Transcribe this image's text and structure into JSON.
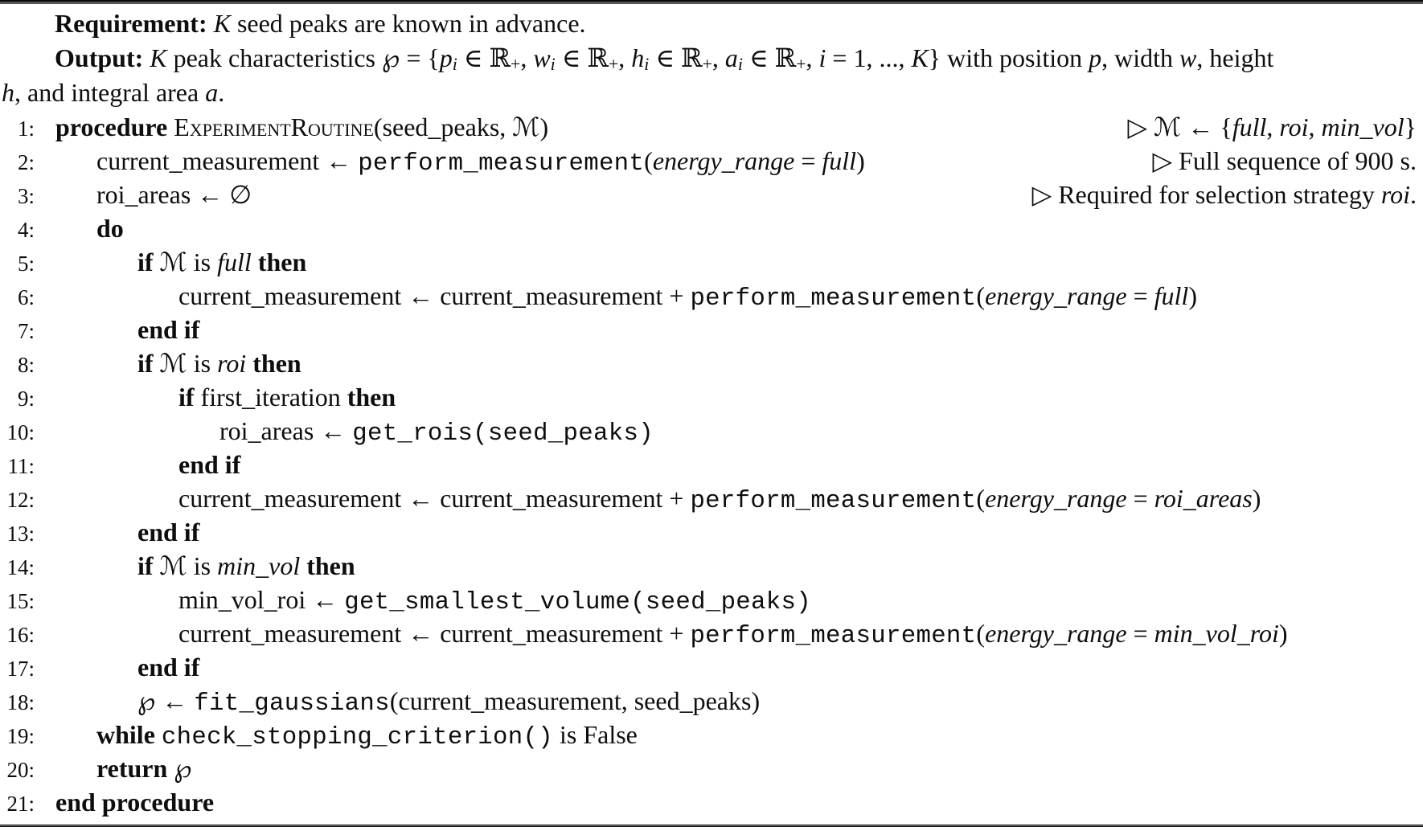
{
  "colors": {
    "background": "#ffffff",
    "text": "#0e0e0e",
    "rule_dark": "#0a0a0a",
    "rule_gray": "#565656"
  },
  "header": {
    "requirement": [
      {
        "t": "Requirement: ",
        "s": "b"
      },
      {
        "t": "K",
        "s": "i"
      },
      {
        "t": " seed peaks are known in advance.",
        "s": "n"
      }
    ],
    "output_line1": [
      {
        "t": "Output: ",
        "s": "b"
      },
      {
        "t": "K",
        "s": "i"
      },
      {
        "t": " peak characteristics ",
        "s": "n"
      },
      {
        "t": "℘",
        "s": "cal"
      },
      {
        "t": " = {",
        "s": "n"
      },
      {
        "t": "p",
        "s": "i"
      },
      {
        "t": "i",
        "s": "si"
      },
      {
        "t": " ∈ ",
        "s": "n"
      },
      {
        "t": "ℝ",
        "s": "n"
      },
      {
        "t": "+",
        "s": "sub"
      },
      {
        "t": ", ",
        "s": "n"
      },
      {
        "t": "w",
        "s": "i"
      },
      {
        "t": "i",
        "s": "si"
      },
      {
        "t": " ∈ ",
        "s": "n"
      },
      {
        "t": "ℝ",
        "s": "n"
      },
      {
        "t": "+",
        "s": "sub"
      },
      {
        "t": ", ",
        "s": "n"
      },
      {
        "t": "h",
        "s": "i"
      },
      {
        "t": "i",
        "s": "si"
      },
      {
        "t": " ∈ ",
        "s": "n"
      },
      {
        "t": "ℝ",
        "s": "n"
      },
      {
        "t": "+",
        "s": "sub"
      },
      {
        "t": ", ",
        "s": "n"
      },
      {
        "t": "a",
        "s": "i"
      },
      {
        "t": "i",
        "s": "si"
      },
      {
        "t": " ∈ ",
        "s": "n"
      },
      {
        "t": "ℝ",
        "s": "n"
      },
      {
        "t": "+",
        "s": "sub"
      },
      {
        "t": ", ",
        "s": "n"
      },
      {
        "t": "i",
        "s": "i"
      },
      {
        "t": " = 1, ..., ",
        "s": "n"
      },
      {
        "t": "K",
        "s": "i"
      },
      {
        "t": "} with position ",
        "s": "n"
      },
      {
        "t": "p",
        "s": "i"
      },
      {
        "t": ", width ",
        "s": "n"
      },
      {
        "t": "w",
        "s": "i"
      },
      {
        "t": ", height",
        "s": "n"
      }
    ],
    "output_line2": [
      {
        "t": "h",
        "s": "i"
      },
      {
        "t": ", and integral area ",
        "s": "n"
      },
      {
        "t": "a",
        "s": "i"
      },
      {
        "t": ".",
        "s": "n"
      }
    ]
  },
  "algorithm": {
    "lines": [
      {
        "num": "1:",
        "indent": 0,
        "code": [
          {
            "t": "procedure ",
            "s": "b"
          },
          {
            "t": "ExperimentRoutine",
            "s": "sc"
          },
          {
            "t": "(seed_peaks, ",
            "s": "n"
          },
          {
            "t": "ℳ",
            "s": "cal"
          },
          {
            "t": ")",
            "s": "n"
          }
        ],
        "comment": [
          {
            "t": "▷ ",
            "s": "n"
          },
          {
            "t": "ℳ",
            "s": "cal"
          },
          {
            "t": " ← {",
            "s": "n"
          },
          {
            "t": "full",
            "s": "i"
          },
          {
            "t": ", ",
            "s": "n"
          },
          {
            "t": "roi",
            "s": "i"
          },
          {
            "t": ", ",
            "s": "n"
          },
          {
            "t": "min_vol",
            "s": "i"
          },
          {
            "t": "}",
            "s": "n"
          }
        ]
      },
      {
        "num": "2:",
        "indent": 1,
        "code": [
          {
            "t": "current_measurement ← ",
            "s": "n"
          },
          {
            "t": "perform_measurement",
            "s": "m"
          },
          {
            "t": "(",
            "s": "n"
          },
          {
            "t": "energy_range",
            "s": "i"
          },
          {
            "t": " = ",
            "s": "n"
          },
          {
            "t": "full",
            "s": "i"
          },
          {
            "t": ")",
            "s": "n"
          }
        ],
        "comment": [
          {
            "t": "▷ Full sequence of 900 s.",
            "s": "n"
          }
        ]
      },
      {
        "num": "3:",
        "indent": 1,
        "code": [
          {
            "t": "roi_areas ← ∅",
            "s": "n"
          }
        ],
        "comment": [
          {
            "t": "▷ Required for selection strategy ",
            "s": "n"
          },
          {
            "t": "roi",
            "s": "i"
          },
          {
            "t": ".",
            "s": "n"
          }
        ]
      },
      {
        "num": "4:",
        "indent": 1,
        "code": [
          {
            "t": "do",
            "s": "b"
          }
        ]
      },
      {
        "num": "5:",
        "indent": 2,
        "code": [
          {
            "t": "if ",
            "s": "b"
          },
          {
            "t": "ℳ",
            "s": "cal"
          },
          {
            "t": " is ",
            "s": "n"
          },
          {
            "t": "full",
            "s": "i"
          },
          {
            "t": " then",
            "s": "b"
          }
        ]
      },
      {
        "num": "6:",
        "indent": 3,
        "code": [
          {
            "t": "current_measurement ← current_measurement + ",
            "s": "n"
          },
          {
            "t": "perform_measurement",
            "s": "m"
          },
          {
            "t": "(",
            "s": "n"
          },
          {
            "t": "energy_range",
            "s": "i"
          },
          {
            "t": " = ",
            "s": "n"
          },
          {
            "t": "full",
            "s": "i"
          },
          {
            "t": ")",
            "s": "n"
          }
        ]
      },
      {
        "num": "7:",
        "indent": 2,
        "code": [
          {
            "t": "end if",
            "s": "b"
          }
        ]
      },
      {
        "num": "8:",
        "indent": 2,
        "code": [
          {
            "t": "if ",
            "s": "b"
          },
          {
            "t": "ℳ",
            "s": "cal"
          },
          {
            "t": " is ",
            "s": "n"
          },
          {
            "t": "roi",
            "s": "i"
          },
          {
            "t": " then",
            "s": "b"
          }
        ]
      },
      {
        "num": "9:",
        "indent": 3,
        "code": [
          {
            "t": "if ",
            "s": "b"
          },
          {
            "t": "first_iteration",
            "s": "n"
          },
          {
            "t": " then",
            "s": "b"
          }
        ]
      },
      {
        "num": "10:",
        "indent": 4,
        "code": [
          {
            "t": "roi_areas ← ",
            "s": "n"
          },
          {
            "t": "get_rois(seed_peaks)",
            "s": "m"
          }
        ]
      },
      {
        "num": "11:",
        "indent": 3,
        "code": [
          {
            "t": "end if",
            "s": "b"
          }
        ]
      },
      {
        "num": "12:",
        "indent": 3,
        "code": [
          {
            "t": "current_measurement ← current_measurement + ",
            "s": "n"
          },
          {
            "t": "perform_measurement",
            "s": "m"
          },
          {
            "t": "(",
            "s": "n"
          },
          {
            "t": "energy_range",
            "s": "i"
          },
          {
            "t": " = ",
            "s": "n"
          },
          {
            "t": "roi_areas",
            "s": "i"
          },
          {
            "t": ")",
            "s": "n"
          }
        ]
      },
      {
        "num": "13:",
        "indent": 2,
        "code": [
          {
            "t": "end if",
            "s": "b"
          }
        ]
      },
      {
        "num": "14:",
        "indent": 2,
        "code": [
          {
            "t": "if ",
            "s": "b"
          },
          {
            "t": "ℳ",
            "s": "cal"
          },
          {
            "t": " is ",
            "s": "n"
          },
          {
            "t": "min_vol",
            "s": "i"
          },
          {
            "t": " then",
            "s": "b"
          }
        ]
      },
      {
        "num": "15:",
        "indent": 3,
        "code": [
          {
            "t": "min_vol_roi ← ",
            "s": "n"
          },
          {
            "t": "get_smallest_volume(seed_peaks)",
            "s": "m"
          }
        ]
      },
      {
        "num": "16:",
        "indent": 3,
        "code": [
          {
            "t": "current_measurement ← current_measurement + ",
            "s": "n"
          },
          {
            "t": "perform_measurement",
            "s": "m"
          },
          {
            "t": "(",
            "s": "n"
          },
          {
            "t": "energy_range",
            "s": "i"
          },
          {
            "t": " = ",
            "s": "n"
          },
          {
            "t": "min_vol_roi",
            "s": "i"
          },
          {
            "t": ")",
            "s": "n"
          }
        ]
      },
      {
        "num": "17:",
        "indent": 2,
        "code": [
          {
            "t": "end if",
            "s": "b"
          }
        ]
      },
      {
        "num": "18:",
        "indent": 2,
        "code": [
          {
            "t": "℘",
            "s": "cal"
          },
          {
            "t": " ← ",
            "s": "n"
          },
          {
            "t": "fit_gaussians",
            "s": "m"
          },
          {
            "t": "(current_measurement, seed_peaks)",
            "s": "n"
          }
        ]
      },
      {
        "num": "19:",
        "indent": 1,
        "code": [
          {
            "t": "while ",
            "s": "b"
          },
          {
            "t": "check_stopping_criterion()",
            "s": "m"
          },
          {
            "t": " is False",
            "s": "n"
          }
        ]
      },
      {
        "num": "20:",
        "indent": 1,
        "code": [
          {
            "t": "return ",
            "s": "b"
          },
          {
            "t": "℘",
            "s": "cal"
          }
        ]
      },
      {
        "num": "21:",
        "indent": 0,
        "code": [
          {
            "t": "end procedure",
            "s": "b"
          }
        ]
      }
    ]
  }
}
